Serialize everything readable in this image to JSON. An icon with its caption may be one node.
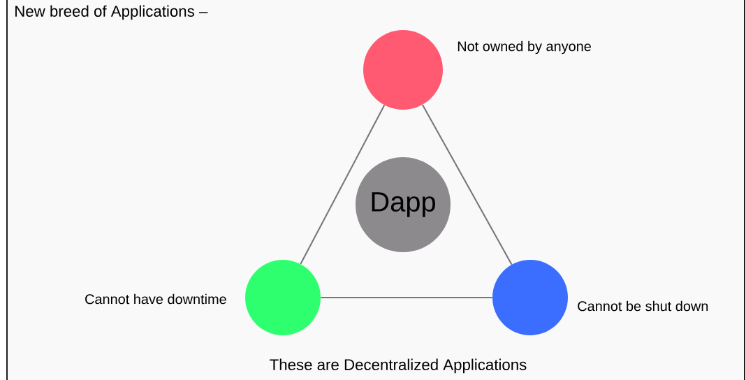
{
  "diagram": {
    "title": "New breed of Applications –",
    "caption": "These are Decentralized Applications",
    "nodes": [
      {
        "text": [],
        "shape": "circle",
        "beside": [
          "Not owned by anyone"
        ]
      },
      {
        "text": [
          "Dapp"
        ]
      },
      {
        "text": [],
        "shape": "circle",
        "beside": [
          "Cannot have downtime"
        ]
      },
      {
        "text": [],
        "shape": "circle",
        "beside": [
          "Cannot be shut down"
        ]
      }
    ],
    "edges": [
      {
        "from": 0,
        "to": 2,
        "arrow": "none"
      },
      {
        "from": 0,
        "to": 3,
        "arrow": "none"
      },
      {
        "from": 2,
        "to": 3,
        "arrow": "none"
      }
    ]
  }
}
